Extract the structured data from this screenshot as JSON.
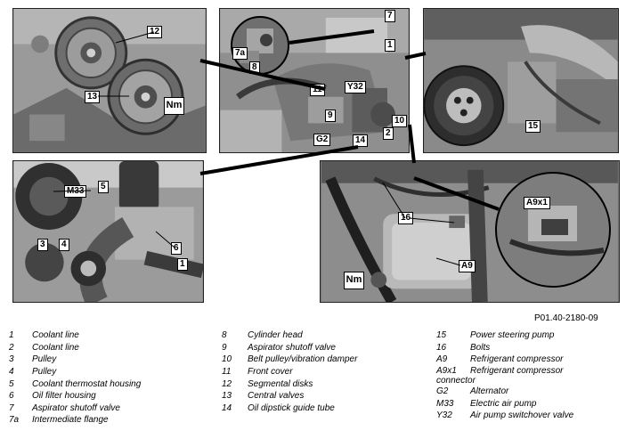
{
  "figure_code": "P01.40-2180-09",
  "nm_label": "Nm",
  "callouts": {
    "tl": [
      "12",
      "13"
    ],
    "tc": [
      "7",
      "1",
      "7a",
      "8",
      "11",
      "Y32",
      "9",
      "10",
      "2",
      "G2",
      "14"
    ],
    "tr": [
      "15"
    ],
    "bl": [
      "M33",
      "5",
      "3",
      "4",
      "6",
      "1"
    ],
    "br": [
      "16",
      "A9",
      "A9x1"
    ]
  },
  "legend": {
    "col1": [
      {
        "num": "1",
        "text": "Coolant line"
      },
      {
        "num": "2",
        "text": "Coolant line"
      },
      {
        "num": "3",
        "text": "Pulley"
      },
      {
        "num": "4",
        "text": "Pulley"
      },
      {
        "num": "5",
        "text": "Coolant thermostat housing"
      },
      {
        "num": "6",
        "text": "Oil filter housing"
      },
      {
        "num": "7",
        "text": "Aspirator shutoff valve"
      },
      {
        "num": "7a",
        "text": "Intermediate flange"
      }
    ],
    "col2": [
      {
        "num": "8",
        "text": "Cylinder head"
      },
      {
        "num": "9",
        "text": "Aspirator shutoff valve"
      },
      {
        "num": "10",
        "text": "Belt pulley/vibration damper"
      },
      {
        "num": "11",
        "text": "Front cover"
      },
      {
        "num": "12",
        "text": "Segmental disks"
      },
      {
        "num": "13",
        "text": "Central valves"
      },
      {
        "num": "14",
        "text": "Oil dipstick guide tube"
      }
    ],
    "col3": [
      {
        "num": "15",
        "text": "Power steering pump"
      },
      {
        "num": "16",
        "text": "Bolts"
      },
      {
        "num": "A9",
        "text": "Refrigerant compressor"
      },
      {
        "num": "A9x1",
        "text": "Refrigerant compressor",
        "cont": "connector"
      },
      {
        "num": "G2",
        "text": "Alternator"
      },
      {
        "num": "M33",
        "text": "Electric air pump"
      },
      {
        "num": "Y32",
        "text": "Air pump switchover valve"
      }
    ]
  }
}
